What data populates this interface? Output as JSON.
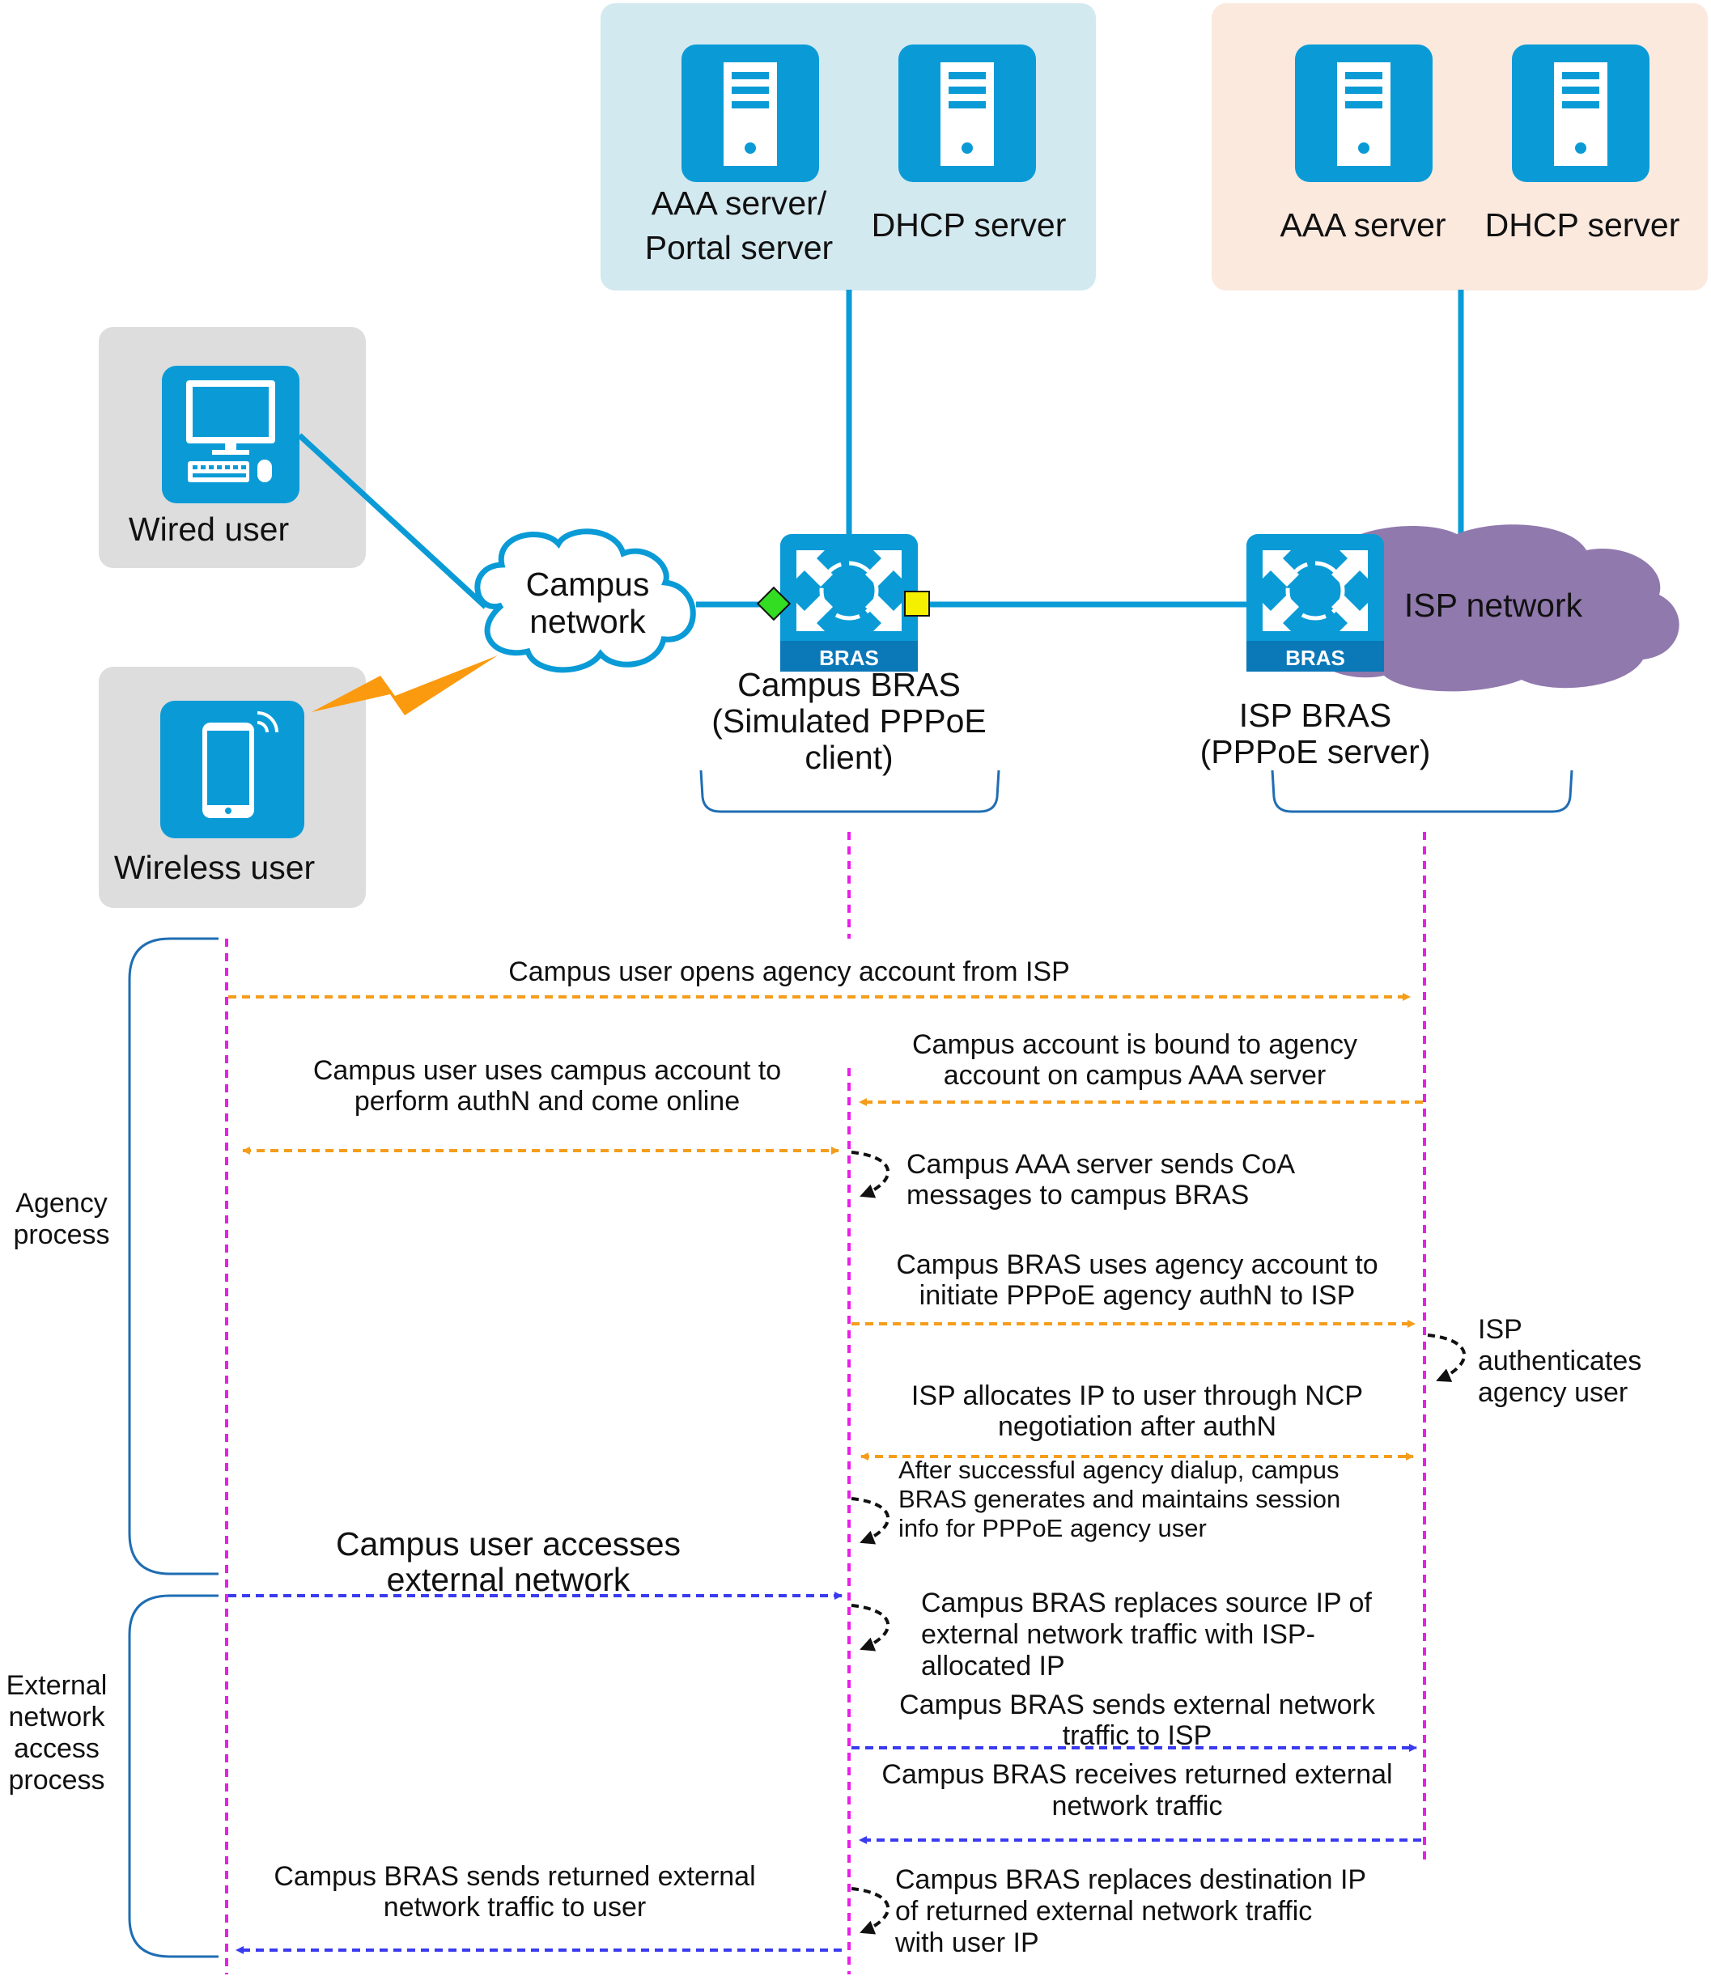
{
  "colors": {
    "accent_blue": "#0a9bd7",
    "campus_panel": "#d3e9f0",
    "isp_panel": "#fbe9de",
    "user_panel": "#dddddd",
    "isp_cloud": "#9079ad",
    "lifeline": "#e91ee9",
    "agency_arrow": "#f59d1a",
    "traffic_arrow": "#3a3af0",
    "bracket": "#1f6db3",
    "lightning": "#fb9a0e"
  },
  "servers": {
    "campus_aaa_line1": "AAA server/",
    "campus_aaa_line2": "Portal server",
    "campus_dhcp": "DHCP server",
    "isp_aaa": "AAA server",
    "isp_dhcp": "DHCP server"
  },
  "users": {
    "wired": "Wired user",
    "wireless": "Wireless user"
  },
  "campus_network": {
    "line1": "Campus",
    "line2": "network"
  },
  "isp_network": "ISP network",
  "bras_badge": "BRAS",
  "campus_bras": {
    "line1": "Campus BRAS",
    "line2": "(Simulated PPPoE",
    "line3": "client)"
  },
  "isp_bras": {
    "line1": "ISP BRAS",
    "line2": "(PPPoE server)"
  },
  "phases": {
    "agency": {
      "line1": "Agency",
      "line2": "process"
    },
    "external": {
      "line1": "External",
      "line2": "network",
      "line3": "access",
      "line4": "process"
    }
  },
  "messages": {
    "m1": "Campus user opens agency account from ISP",
    "m2_line1": "Campus account is bound to agency",
    "m2_line2": "account on campus AAA server",
    "m3_line1": "Campus user uses campus account to",
    "m3_line2": "perform authN and come online",
    "m4_line1": "Campus AAA server sends CoA",
    "m4_line2": "messages to campus BRAS",
    "m5_line1": "Campus BRAS uses agency account to",
    "m5_line2": "initiate PPPoE agency authN to ISP",
    "m6_line1": "ISP",
    "m6_line2": "authenticates",
    "m6_line3": "agency user",
    "m7_line1": "ISP allocates IP to user through NCP",
    "m7_line2": "negotiation after authN",
    "m8_line1": "After successful agency dialup, campus",
    "m8_line2": "BRAS generates and maintains session",
    "m8_line3": "info for PPPoE agency user",
    "m9_line1": "Campus user accesses",
    "m9_line2": "external network",
    "m10_line1": "Campus BRAS replaces source IP of",
    "m10_line2": "external network traffic with ISP-",
    "m10_line3": "allocated IP",
    "m11_line1": "Campus BRAS sends external network",
    "m11_line2": "traffic to ISP",
    "m12_line1": "Campus BRAS receives returned external",
    "m12_line2": "network traffic",
    "m13_line1": "Campus BRAS sends returned external",
    "m13_line2": "network traffic to user",
    "m14_line1": "Campus BRAS replaces destination IP",
    "m14_line2": "of returned external network traffic",
    "m14_line3": "with user IP"
  }
}
